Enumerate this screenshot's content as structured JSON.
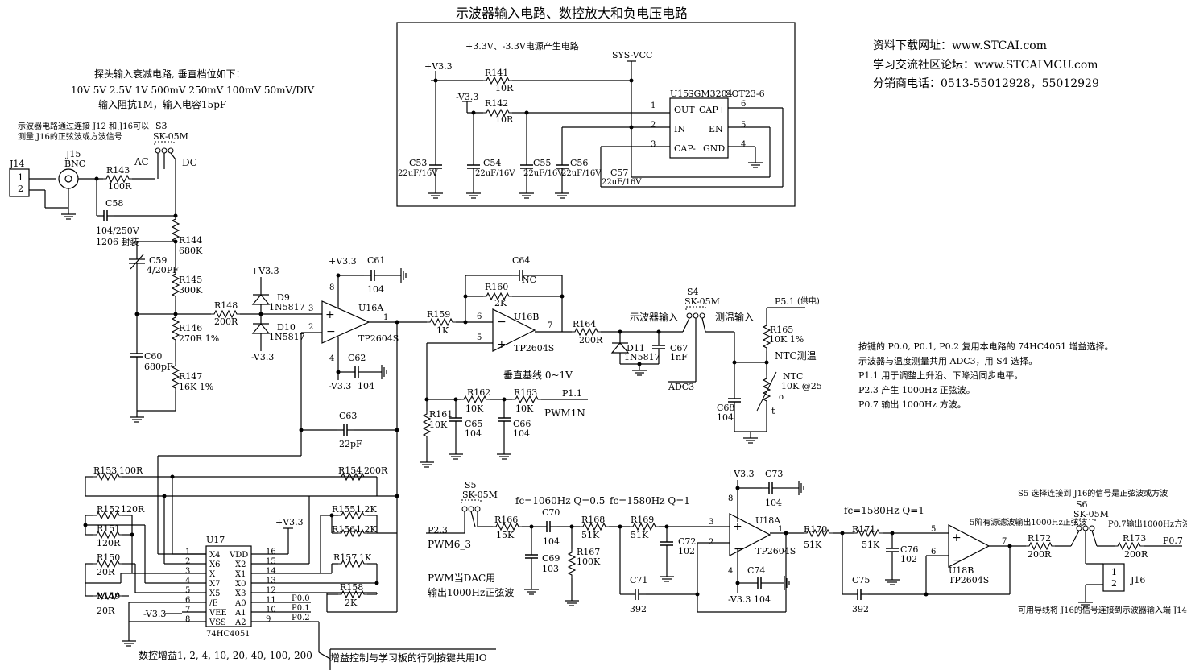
{
  "title": "示波器输入电路、数控放大和负电压电路",
  "info": {
    "download": "资料下载网址：www.STCAI.com",
    "forum": "学习交流社区论坛：www.STCAIMCU.com",
    "phone": "分销商电话：0513-55012928，55012929"
  },
  "notes": {
    "probe1": "探头输入衰减电路, 垂直档位如下：",
    "probe2": "10V 5V 2.5V 1V 500mV 250mV 100mV 50mV/DIV",
    "probe3": "输入阻抗1M，输入电容15pF",
    "conn1": "示波器电路通过连接 J12 和 J16可以",
    "conn2": "测量 J16的正弦波或方波信号",
    "neg_title": "+3.3V、-3.3V电源产生电路",
    "right1": "按键的 P0.0, P0.1, P0.2 复用本电路的 74HC4051 增益选择。",
    "right2": "示波器与温度测量共用  ADC3，用 S4 选择。",
    "right3": "P1.1 用于调整上升沿、下降沿同步电平。",
    "right4": "P2.3 产生  1000Hz 正弦波。",
    "right5": "P0.7 输出  1000Hz 方波。",
    "baseline": "垂直基线 0~1V",
    "pwmdac1": "PWM当DAC用",
    "pwmdac2": "输出1000Hz正弦波",
    "gain": "数控增益1, 2, 4, 10, 20, 40, 100, 200",
    "keys_shared": "增益控制与学习板的行列按键共用IO",
    "s5_note": "S5 选择连接到 J16的信号是正弦波或方波",
    "filter_note": "5阶有源滤波输出1000Hz正弦波",
    "p07_note": "P0.7输出1000Hz方波",
    "j16_note": "可用导线将 J16的信号连接到示波器输入端 J14"
  },
  "filters": {
    "f1": "fc=1060Hz  Q=0.5",
    "f2": "fc=1580Hz  Q=1",
    "f3": "fc=1580Hz  Q=1"
  },
  "rails": {
    "p33": "+V3.3",
    "n33": "-V3.3",
    "sysvcc": "SYS-VCC",
    "p51": "P5.1",
    "gong": "(供电)",
    "adc3": "ADC3",
    "p11": "P1.1",
    "pwm1n": "PWM1N",
    "p23": "P2.3",
    "pwm63": "PWM6_3",
    "p07": "P0.7",
    "p00": "P0.0",
    "p01": "P0.1",
    "p02": "P0.2"
  },
  "parts": {
    "J14": "J14",
    "J15": "J15",
    "BNC": "BNC",
    "J16": "J16",
    "S3": "S3",
    "S4": "S4",
    "S5": "S5",
    "S6": "S6",
    "SK05M": "SK-05M",
    "AC": "AC",
    "DC": "DC",
    "R143": "R143",
    "R143v": "100R",
    "C58": "C58",
    "C58v": "104/250V",
    "C58p": "1206 封装",
    "R144": "R144",
    "R144v": "680K",
    "C59": "C59",
    "C59v": "4/20PF",
    "R145": "R145",
    "R145v": "300K",
    "R146": "R146",
    "R146v": "270R 1%",
    "C60": "C60",
    "C60v": "680pF",
    "R147": "R147",
    "R147v": "16K 1%",
    "R148": "R148",
    "R148v": "200R",
    "D9": "D9",
    "D10": "D10",
    "D1N": "1N5817",
    "U16A": "U16A",
    "U16B": "U16B",
    "TP": "TP2604S",
    "C61": "C61",
    "C62": "C62",
    "C63": "C63",
    "C63v": "22pF",
    "C64": "C64",
    "NC": "NC",
    "R160": "R160",
    "R160v": "2K",
    "R159": "R159",
    "R159v": "1K",
    "R164": "R164",
    "R164v": "200R",
    "D11": "D11",
    "D11v": "1N5817",
    "C67": "C67",
    "C67v": "1nF",
    "R161": "R161",
    "R162": "R162",
    "R163": "R163",
    "v10K": "10K",
    "C65": "C65",
    "C66": "C66",
    "v104": "104",
    "R165": "R165",
    "R165v": "10K 1%",
    "NTC1": "NTC测温",
    "NTC": "NTC",
    "NTCv": "10K @25",
    "t": "t",
    "C68": "C68",
    "osc_in": "示波器输入",
    "temp_in": "测温输入",
    "R141": "R141",
    "R142": "R142",
    "v10R": "10R",
    "C53": "C53",
    "C54": "C54",
    "C55": "C55",
    "C56": "C56",
    "C57": "C57",
    "v22u": "22uF/16V",
    "U15": "U15",
    "U15v": "SGM3204",
    "sot": "SOT23-6",
    "OUT": "OUT",
    "IN": "IN",
    "CAPm": "CAP-",
    "CAPp": "CAP+",
    "EN": "EN",
    "GND": "GND",
    "R153": "R153",
    "R153v": "100R",
    "R154": "R154",
    "R154v": "200R",
    "R152": "R152",
    "R152v": "120R",
    "R151": "R151",
    "R151v": "120R",
    "R155": "R155",
    "R155v": "1.2K",
    "R156": "R156",
    "R156v": "1.2K",
    "R157": "R157",
    "R157v": "1K",
    "R150": "R150",
    "R150v": "20R",
    "R149": "R149",
    "R149v": "20R",
    "R158": "R158",
    "R158v": "2K",
    "U17": "U17",
    "U17v": "74HC4051",
    "X4": "X4",
    "X6": "X6",
    "X": "X",
    "X7": "X7",
    "X5": "X5",
    "E": "/E",
    "VEE": "VEE",
    "VSS": "VSS",
    "VDD": "VDD",
    "X2": "X2",
    "X1": "X1",
    "X0": "X0",
    "X3": "X3",
    "A0": "A0",
    "A1": "A1",
    "A2": "A2",
    "R166": "R166",
    "R166v": "15K",
    "C70": "C70",
    "C69": "C69",
    "C69v": "103",
    "R168": "R168",
    "R167": "R167",
    "R167v": "100K",
    "R169": "R169",
    "v51K": "51K",
    "C71": "C71",
    "v392": "392",
    "C72": "C72",
    "v102": "102",
    "U18A": "U18A",
    "U18B": "U18B",
    "C73": "C73",
    "C74": "C74",
    "R170": "R170",
    "R171": "R171",
    "C75": "C75",
    "C76": "C76",
    "R172": "R172",
    "R172v": "200R",
    "R173": "R173",
    "R173v": "200R"
  }
}
